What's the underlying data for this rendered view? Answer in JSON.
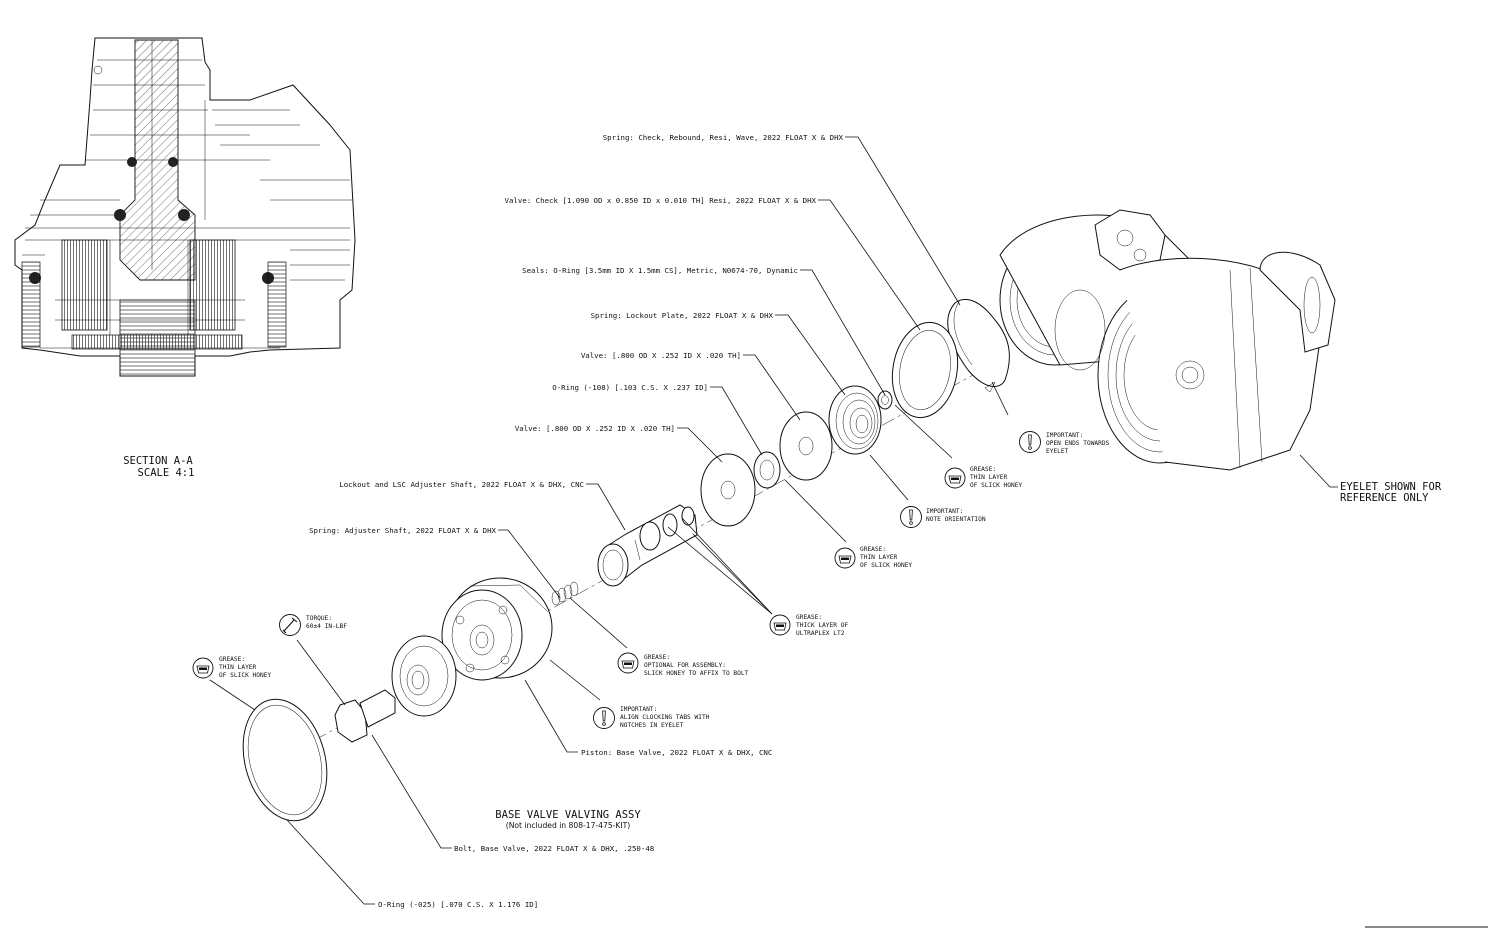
{
  "section": {
    "title": "SECTION A-A",
    "scale": "SCALE 4:1"
  },
  "callouts": {
    "spring_check": "Spring: Check, Rebound, Resi, Wave, 2022 FLOAT X & DHX",
    "valve_check": "Valve: Check [1.090 OD x 0.850 ID x 0.010 TH] Resi, 2022 FLOAT X & DHX",
    "seals_oring": "Seals: O-Ring [3.5mm ID X 1.5mm CS], Metric, N0674-70, Dynamic",
    "spring_lockout": "Spring: Lockout Plate, 2022 FLOAT X & DHX",
    "valve_1": "Valve: [.800 OD X .252 ID X .020 TH]",
    "oring_108": "O-Ring (-108) [.103 C.S. X .237 ID]",
    "valve_2": "Valve: [.800 OD X .252 ID X .020 TH]",
    "lockout_shaft": "Lockout and LSC Adjuster Shaft, 2022 FLOAT X & DHX, CNC",
    "spring_adjuster": "Spring: Adjuster Shaft, 2022 FLOAT X & DHX",
    "piston": "Piston: Base Valve, 2022 FLOAT X & DHX, CNC",
    "bolt": "Bolt, Base Valve, 2022 FLOAT X & DHX, .250-48",
    "oring_025": "O-Ring (-025) [.070 C.S. X 1.176 ID]",
    "eyelet_1": "EYELET SHOWN FOR",
    "eyelet_2": "REFERENCE ONLY",
    "assy_title": "BASE VALVE VALVING ASSY",
    "assy_sub": "(Not included in 808-17-475-KIT)"
  },
  "notes": {
    "open_ends": [
      "IMPORTANT:",
      "OPEN ENDS TOWARDS",
      "EYELET"
    ],
    "grease_top": [
      "GREASE:",
      "THIN LAYER",
      "OF SLICK HONEY"
    ],
    "note_orient": [
      "IMPORTANT:",
      "NOTE ORIENTATION"
    ],
    "grease_mid": [
      "GREASE:",
      "THIN LAYER",
      "OF SLICK HONEY"
    ],
    "grease_ultraplex": [
      "GREASE:",
      "THICK LAYER OF",
      "ULTRAPLEX LT2"
    ],
    "torque": [
      "TORQUE:",
      "60±4 IN-LBF"
    ],
    "grease_left": [
      "GREASE:",
      "THIN LAYER",
      "OF SLICK HONEY"
    ],
    "grease_optional": [
      "GREASE:",
      "OPTIONAL FOR ASSEMBLY:",
      "SLICK HONEY TO AFFIX TO BOLT"
    ],
    "align_tabs": [
      "IMPORTANT:",
      "ALIGN CLOCKING TABS WITH",
      "NOTCHES IN EYELET"
    ]
  },
  "icons": {
    "grease": "grease-tub-icon",
    "important": "exclamation-icon",
    "torque": "torque-wrench-icon"
  }
}
